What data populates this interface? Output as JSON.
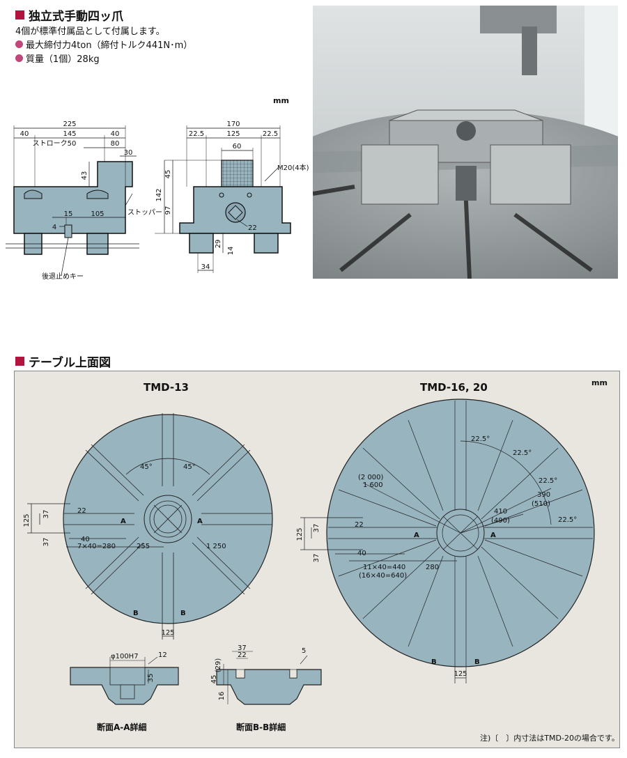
{
  "section1": {
    "title": "独立式手動四ッ爪",
    "line1": "4個が標準付属品として付属します。",
    "bullet1": "最大締付力4ton（締付トルク441N･m）",
    "bullet2": "質量（1個）28kg",
    "unit": "mm"
  },
  "jaw_side": {
    "d225": "225",
    "d40a": "40",
    "d145": "145",
    "d40b": "40",
    "stroke": "ストローク50",
    "d80": "80",
    "d30": "30",
    "d43": "43",
    "d15": "15",
    "d105": "105",
    "d4": "4",
    "stopper": "ストッパー",
    "key": "後退止めキー"
  },
  "jaw_front": {
    "d170": "170",
    "d22_5a": "22.5",
    "d125": "125",
    "d22_5b": "22.5",
    "d60": "60",
    "m20": "M20(4本)",
    "d45": "45",
    "d142": "142",
    "d97": "97",
    "d22": "22",
    "d29": "29",
    "d14": "14",
    "d34": "34"
  },
  "section2": {
    "title": "テーブル上面図",
    "unit": "mm"
  },
  "tmd13": {
    "title": "TMD-13",
    "a45a": "45°",
    "a45b": "45°",
    "d125v": "125",
    "d37a": "37",
    "d37b": "37",
    "d22": "22",
    "d40": "40",
    "d7x40": "7×40=280",
    "d255": "255",
    "d1250": "1 250",
    "labelA1": "A",
    "labelA2": "A",
    "labelB1": "B",
    "labelB2": "B",
    "d125h": "125"
  },
  "tmd16": {
    "title": "TMD-16, 20",
    "a22_5a": "22.5°",
    "a22_5b": "22.5°",
    "a22_5c": "22.5°",
    "a22_5d": "22.5°",
    "d2000": "(2 000)",
    "d1600": "1 600",
    "d390": "390",
    "d510": "(510)",
    "d410": "410",
    "d490": "(490)",
    "d125v": "125",
    "d37a": "37",
    "d37b": "37",
    "d22": "22",
    "d40": "40",
    "d11x40": "11×40=440",
    "d16x40": "(16×40=640)",
    "d280": "280",
    "labelA1": "A",
    "labelA2": "A",
    "labelB1": "B",
    "labelB2": "B",
    "d125h": "125"
  },
  "sectionAA": {
    "dia": "φ100H7",
    "d12": "12",
    "d35": "35",
    "caption": "断面A-A詳細"
  },
  "sectionBB": {
    "d37": "37",
    "d22": "22",
    "d29": "(29)",
    "d5": "5",
    "d45": "45",
    "d16": "16",
    "caption": "断面B-B詳細"
  },
  "note": "注)〔　〕内寸法はTMD-20の場合です。",
  "colors": {
    "accent": "#b3133f",
    "bullet": "#c1467a",
    "table_fill": "#97b4bf",
    "panel_bg": "#e8e6df",
    "part_fill": "#97b4bf"
  }
}
